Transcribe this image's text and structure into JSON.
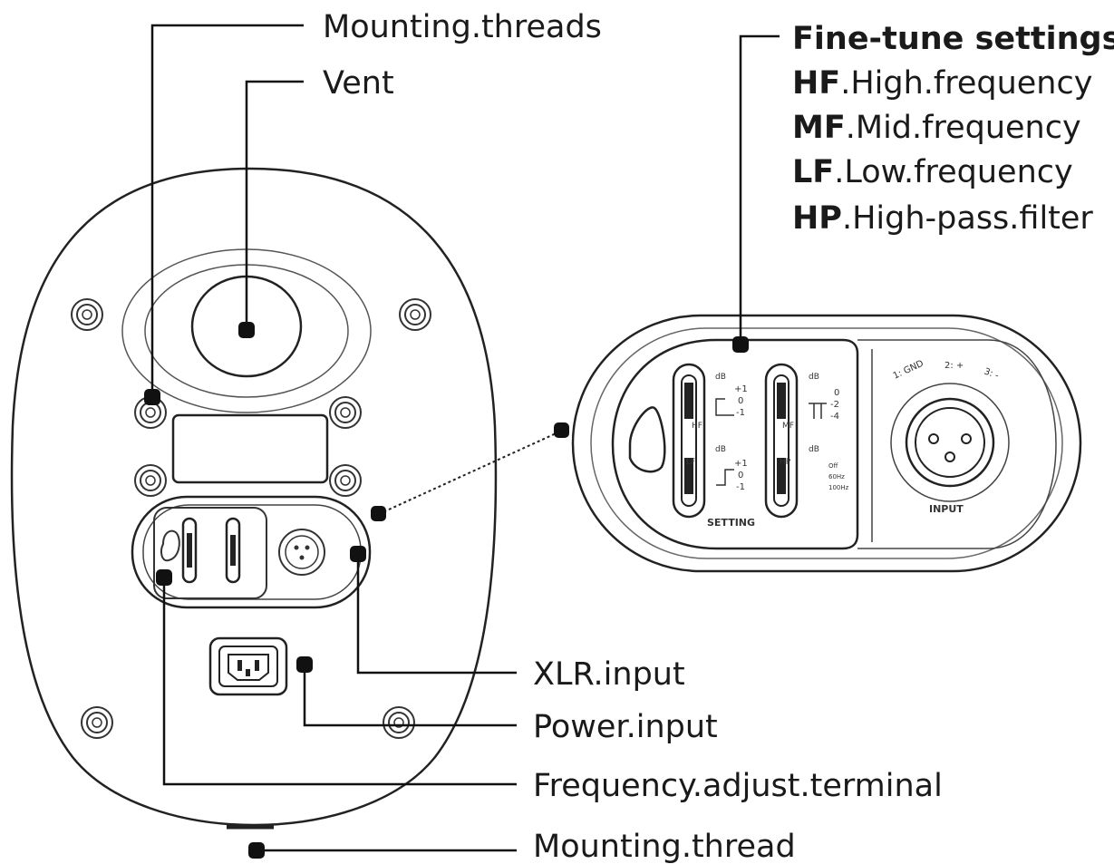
{
  "callouts": {
    "mounting_threads": "Mounting.threads",
    "vent": "Vent",
    "xlr_input": "XLR.input",
    "power_input": "Power.input",
    "frequency_adjust_terminal": "Frequency.adjust.terminal",
    "mounting_thread": "Mounting.thread"
  },
  "fine_tune": {
    "title": "Fine-tune settings",
    "items": [
      {
        "key": "HF",
        "desc": ".High.frequency"
      },
      {
        "key": "MF",
        "desc": ".Mid.frequency"
      },
      {
        "key": "LF",
        "desc": ".Low.frequency"
      },
      {
        "key": "HP",
        "desc": ".High-pass.filter"
      }
    ]
  },
  "panel": {
    "setting_label": "SETTING",
    "input_label": "INPUT",
    "pin_labels": [
      "1: GND",
      "2: +",
      "3: -"
    ],
    "db_label": "dB",
    "hf_label": "HF",
    "mf_label": "MF",
    "lf_label": "LF",
    "hp_label": "HP",
    "hf_values": [
      "+1",
      "0",
      "-1"
    ],
    "mf_values": [
      "0",
      "-2",
      "-4"
    ],
    "lf_values": [
      "+1",
      "0",
      "-1"
    ],
    "hp_values": [
      "Off",
      "60Hz",
      "100Hz"
    ]
  }
}
